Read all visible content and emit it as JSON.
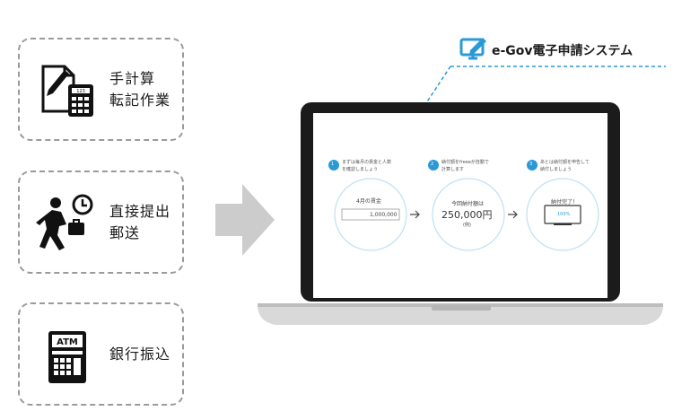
{
  "cards": [
    {
      "label_line1": "手計算",
      "label_line2": "転記作業",
      "icon": "document-calculator-icon"
    },
    {
      "label_line1": "直接提出",
      "label_line2": "郵送",
      "icon": "running-person-clock-icon"
    },
    {
      "label_line1": "銀行振込",
      "label_line2": "",
      "icon": "atm-icon"
    }
  ],
  "egov": {
    "title": "e-Gov電子申請システム",
    "icon": "monitor-pen-icon"
  },
  "screen": {
    "steps": [
      {
        "num": "1",
        "text1": "まずは毎月の賃金と人数",
        "text2": "を確認しましょう"
      },
      {
        "num": "2",
        "text1": "納付額をfreeeが自動で",
        "text2": "計算します"
      },
      {
        "num": "3",
        "text1": "あとは納付額を申告して",
        "text2": "納付しましょう"
      }
    ],
    "circle1_label": "4月の賃金",
    "circle1_value": "1,000,000",
    "circle2_label": "今回納付額は",
    "circle2_value": "250,000円",
    "circle2_note": "(例)",
    "circle3_label": "納付完了！",
    "circle3_progress": "100%"
  },
  "colors": {
    "accent": "#2a9ad6",
    "circle": "#bfe0f2",
    "arrow": "#cccccc",
    "dash": "#9a9a9a"
  }
}
